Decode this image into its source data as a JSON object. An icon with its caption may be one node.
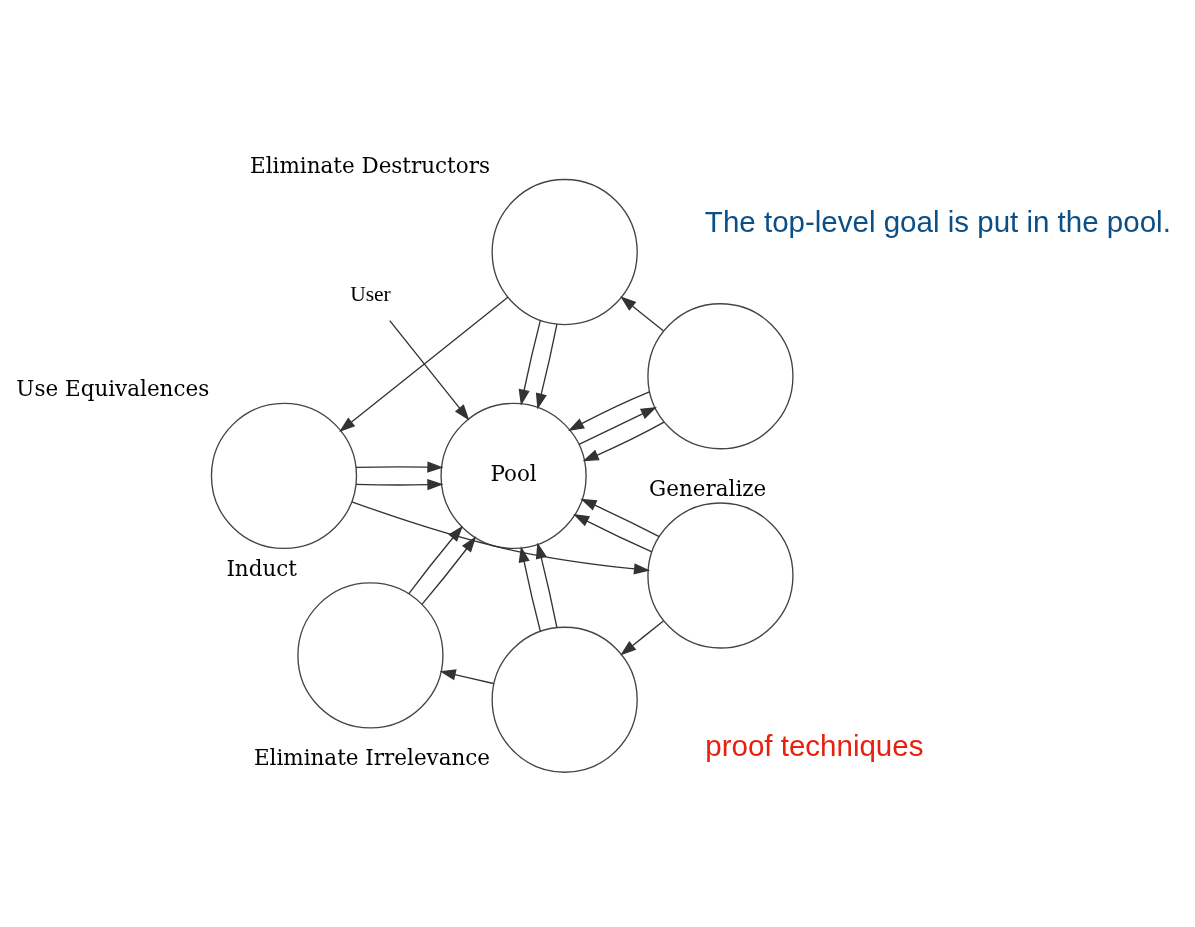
{
  "diagram": {
    "nodes": [
      {
        "text": [],
        "shape": "circle"
      },
      {
        "text": [],
        "shape": "circle",
        "beside": [
          "Eliminate Destructors"
        ]
      },
      {
        "text": [
          "User"
        ]
      },
      {
        "text": [
          "Pool"
        ]
      },
      {
        "text": [],
        "shape": "circle",
        "beside": [
          "Use Equivalences"
        ]
      },
      {
        "text": [],
        "shape": "circle",
        "beside": [
          "Induct"
        ]
      },
      {
        "text": [],
        "shape": "circle",
        "beside": [
          "Eliminate Irrelevance"
        ]
      },
      {
        "text": [],
        "shape": "circle",
        "beside": [
          "Generalize"
        ]
      }
    ],
    "edges": [
      {
        "from": 3,
        "to": 0,
        "arrow": "to"
      },
      {
        "from": 0,
        "to": 3,
        "arrow": "to"
      },
      {
        "from": 0,
        "to": 3,
        "arrow": "to"
      },
      {
        "from": 0,
        "to": 1,
        "arrow": "to"
      },
      {
        "from": 2,
        "to": 3,
        "arrow": "to"
      },
      {
        "from": 1,
        "to": 3,
        "arrow": "to"
      },
      {
        "from": 1,
        "to": 3,
        "arrow": "to"
      },
      {
        "from": 1,
        "to": 4,
        "arrow": "to"
      },
      {
        "from": 4,
        "to": 3,
        "arrow": "to"
      },
      {
        "from": 4,
        "to": 3,
        "arrow": "to"
      },
      {
        "from": 4,
        "to": 7,
        "arrow": "to"
      },
      {
        "from": 7,
        "to": 3,
        "arrow": "to"
      },
      {
        "from": 7,
        "to": 3,
        "arrow": "to"
      },
      {
        "from": 7,
        "to": 6,
        "arrow": "to"
      },
      {
        "from": 6,
        "to": 3,
        "arrow": "to"
      },
      {
        "from": 6,
        "to": 3,
        "arrow": "to"
      },
      {
        "from": 6,
        "to": 5,
        "arrow": "to"
      },
      {
        "from": 5,
        "to": 3,
        "arrow": "to"
      },
      {
        "from": 5,
        "to": 3,
        "arrow": "to"
      }
    ],
    "labels": [
      "proof techniques",
      "The top-level goal is put in the pool."
    ]
  }
}
